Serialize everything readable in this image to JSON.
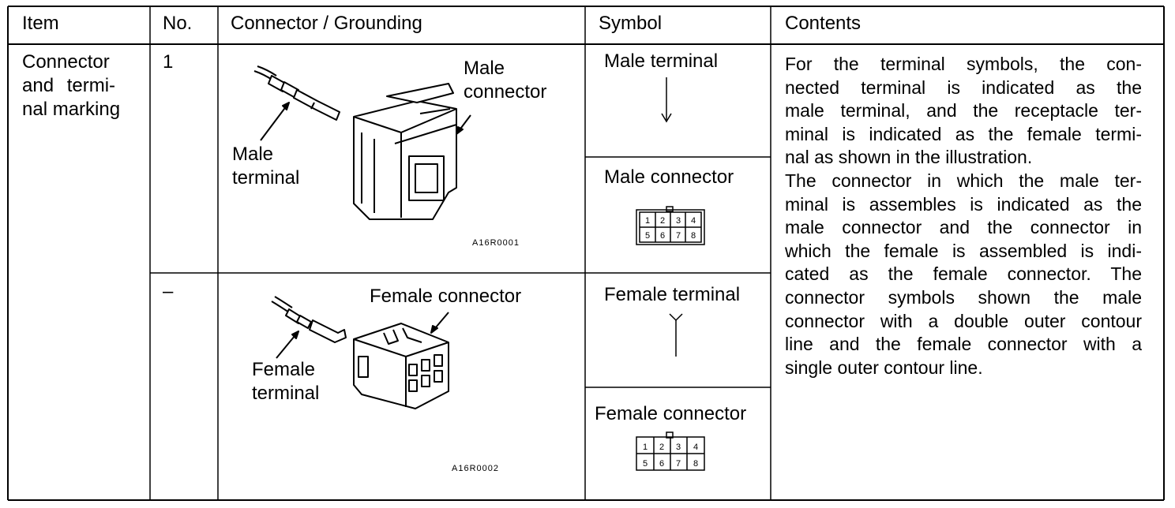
{
  "header": {
    "item": "Item",
    "no": "No.",
    "connector": "Connector / Grounding",
    "symbol": "Symbol",
    "contents": "Contents"
  },
  "row": {
    "item_lines": [
      "Connector",
      "and termi-",
      "nal marking"
    ],
    "no_1": "1",
    "no_2": "–"
  },
  "illustration_male": {
    "male_connector_lines": [
      "Male",
      "connector"
    ],
    "male_terminal_lines": [
      "Male",
      "terminal"
    ],
    "code": "A16R0001"
  },
  "illustration_female": {
    "female_connector": "Female connector",
    "female_terminal_lines": [
      "Female",
      "terminal"
    ],
    "code": "A16R0002"
  },
  "symbols": {
    "male_terminal": "Male terminal",
    "male_connector": "Male connector",
    "female_terminal": "Female terminal",
    "female_connector": "Female connector",
    "male_pins_top": [
      "1",
      "2",
      "3",
      "4"
    ],
    "male_pins_bottom": [
      "5",
      "6",
      "7",
      "8"
    ],
    "female_pins_top": [
      "1",
      "2",
      "3",
      "4"
    ],
    "female_pins_bottom": [
      "5",
      "6",
      "7",
      "8"
    ]
  },
  "contents_lines": [
    "For the terminal symbols, the con-",
    "nected terminal is indicated as the",
    "male terminal, and the receptacle ter-",
    "minal is indicated as the female termi-",
    "nal as shown in the illustration.",
    "The connector in which the male ter-",
    "minal is assembles is indicated as the",
    "male connector and the connector in",
    "which the female is assembled is indi-",
    "cated as the female connector.  The",
    "connector symbols shown the male",
    "connector with a double outer contour",
    "line and the female connector with a",
    "single outer contour line."
  ]
}
